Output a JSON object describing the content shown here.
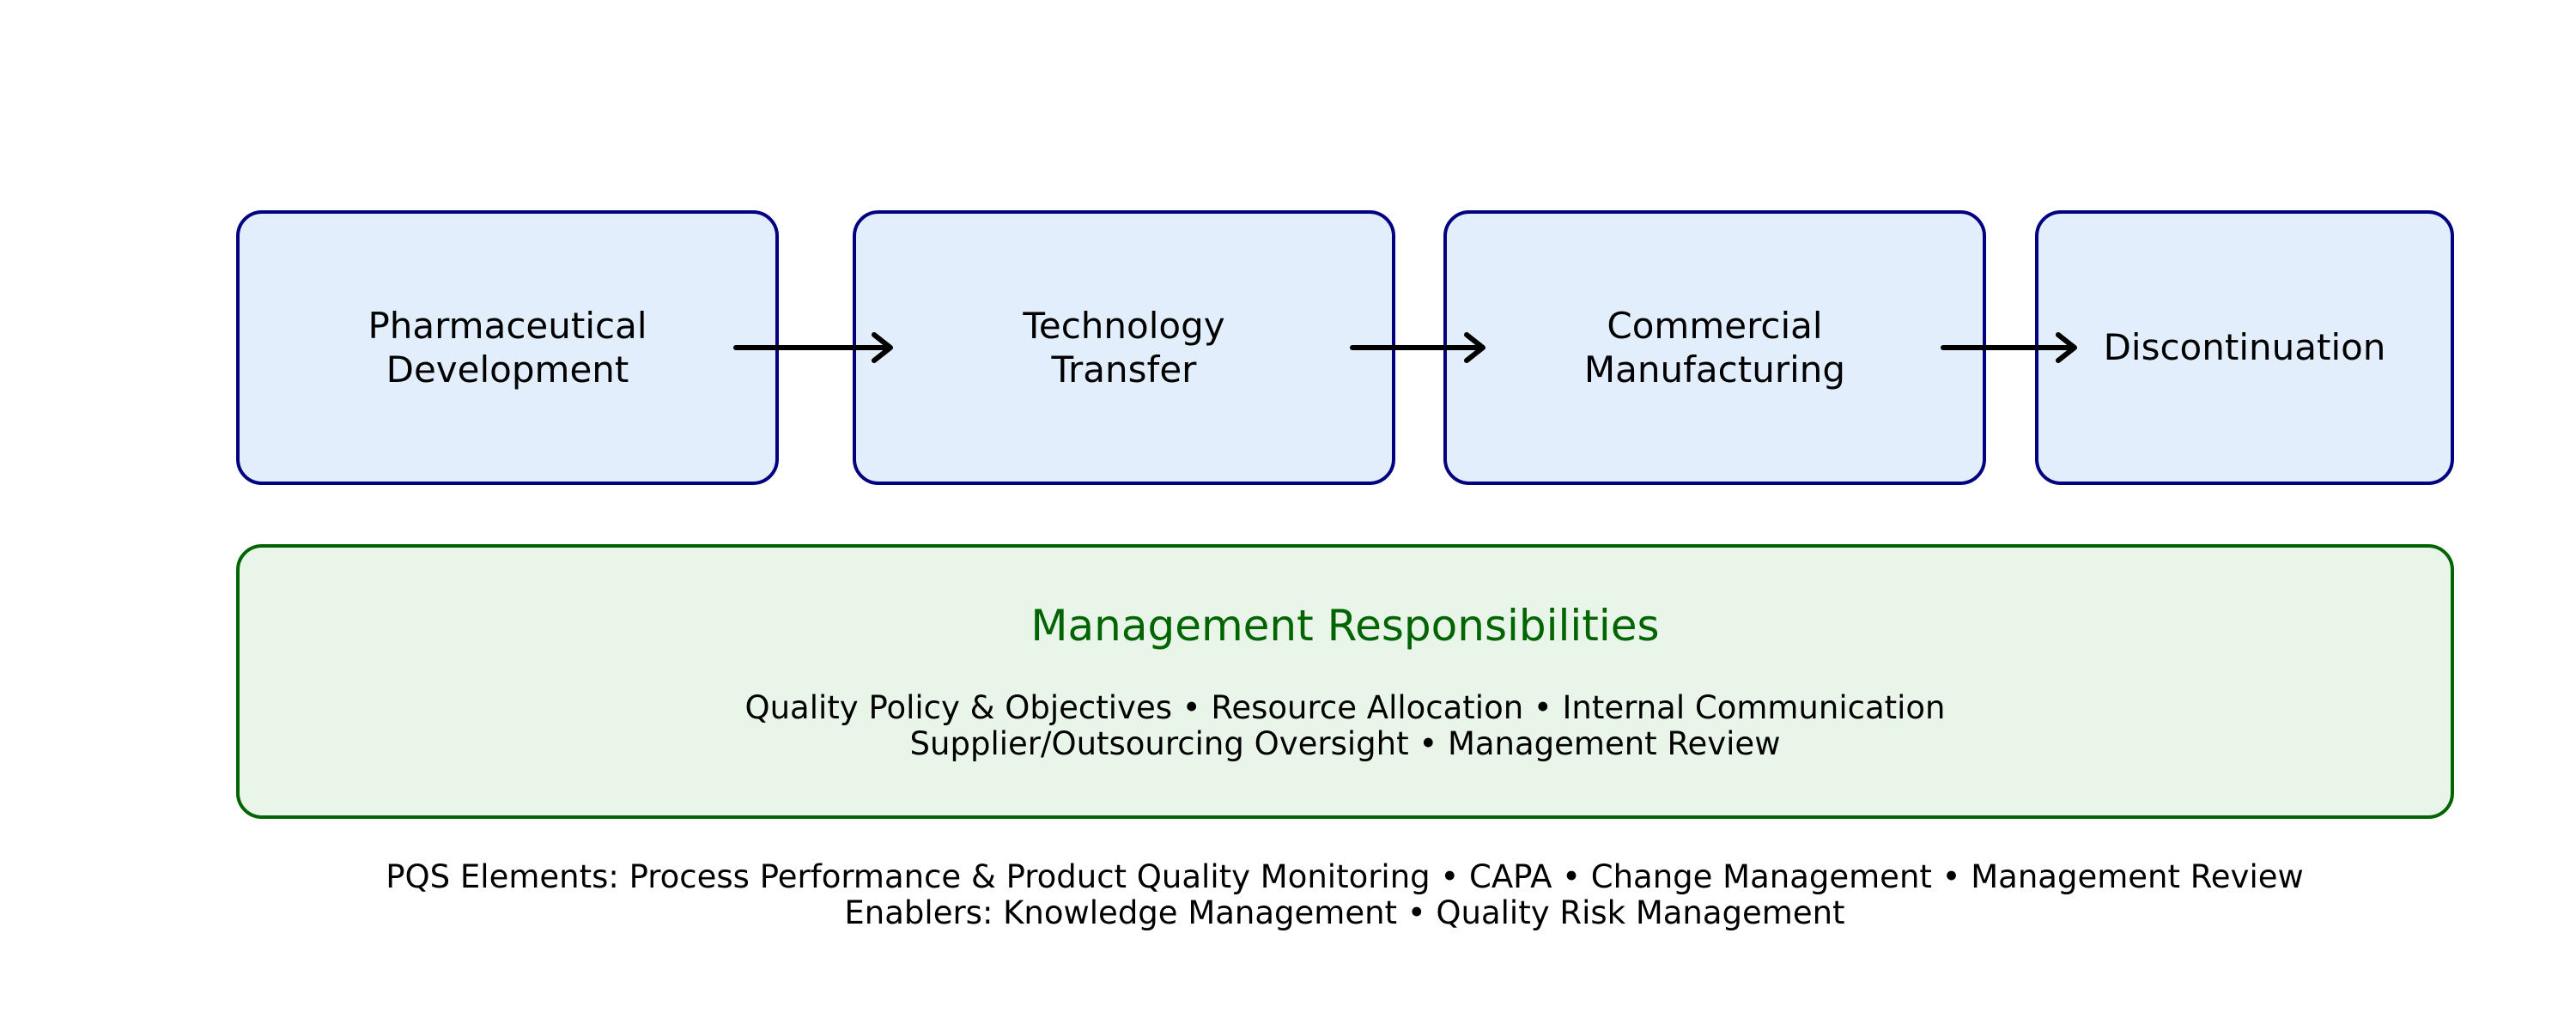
{
  "stages": [
    {
      "label": "Pharmaceutical\nDevelopment"
    },
    {
      "label": "Technology\nTransfer"
    },
    {
      "label": "Commercial\nManufacturing"
    },
    {
      "label": "Discontinuation"
    }
  ],
  "management": {
    "title": "Management Responsibilities",
    "lines": [
      "Quality Policy & Objectives • Resource Allocation • Internal Communication",
      "Supplier/Outsourcing Oversight • Management Review"
    ]
  },
  "footer": {
    "lines": [
      "PQS Elements: Process Performance & Product Quality Monitoring • CAPA • Change Management • Management Review",
      "Enablers: Knowledge Management • Quality Risk Management"
    ]
  },
  "colors": {
    "stage_border": "#000080",
    "stage_fill": "#e3eefc",
    "mgmt_border": "#006400",
    "mgmt_fill": "#e9f5e9",
    "mgmt_title": "#006400",
    "arrow": "#000000"
  }
}
